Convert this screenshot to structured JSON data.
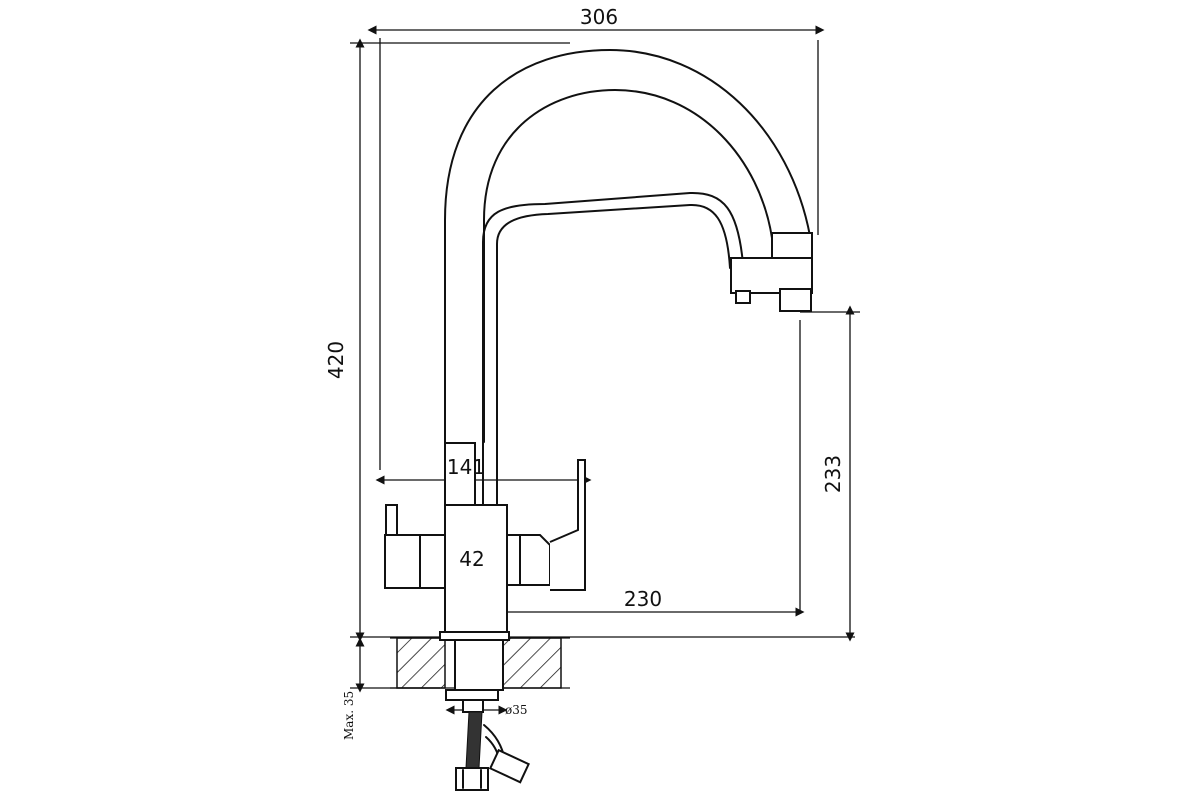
{
  "dimensions": {
    "overall_width": "306",
    "overall_height": "420",
    "spout_clearance": "233",
    "body_width": "141",
    "body_diameter": "42",
    "spout_reach": "230",
    "mount_hole": "ø35",
    "max_countertop": "Max. 35"
  }
}
